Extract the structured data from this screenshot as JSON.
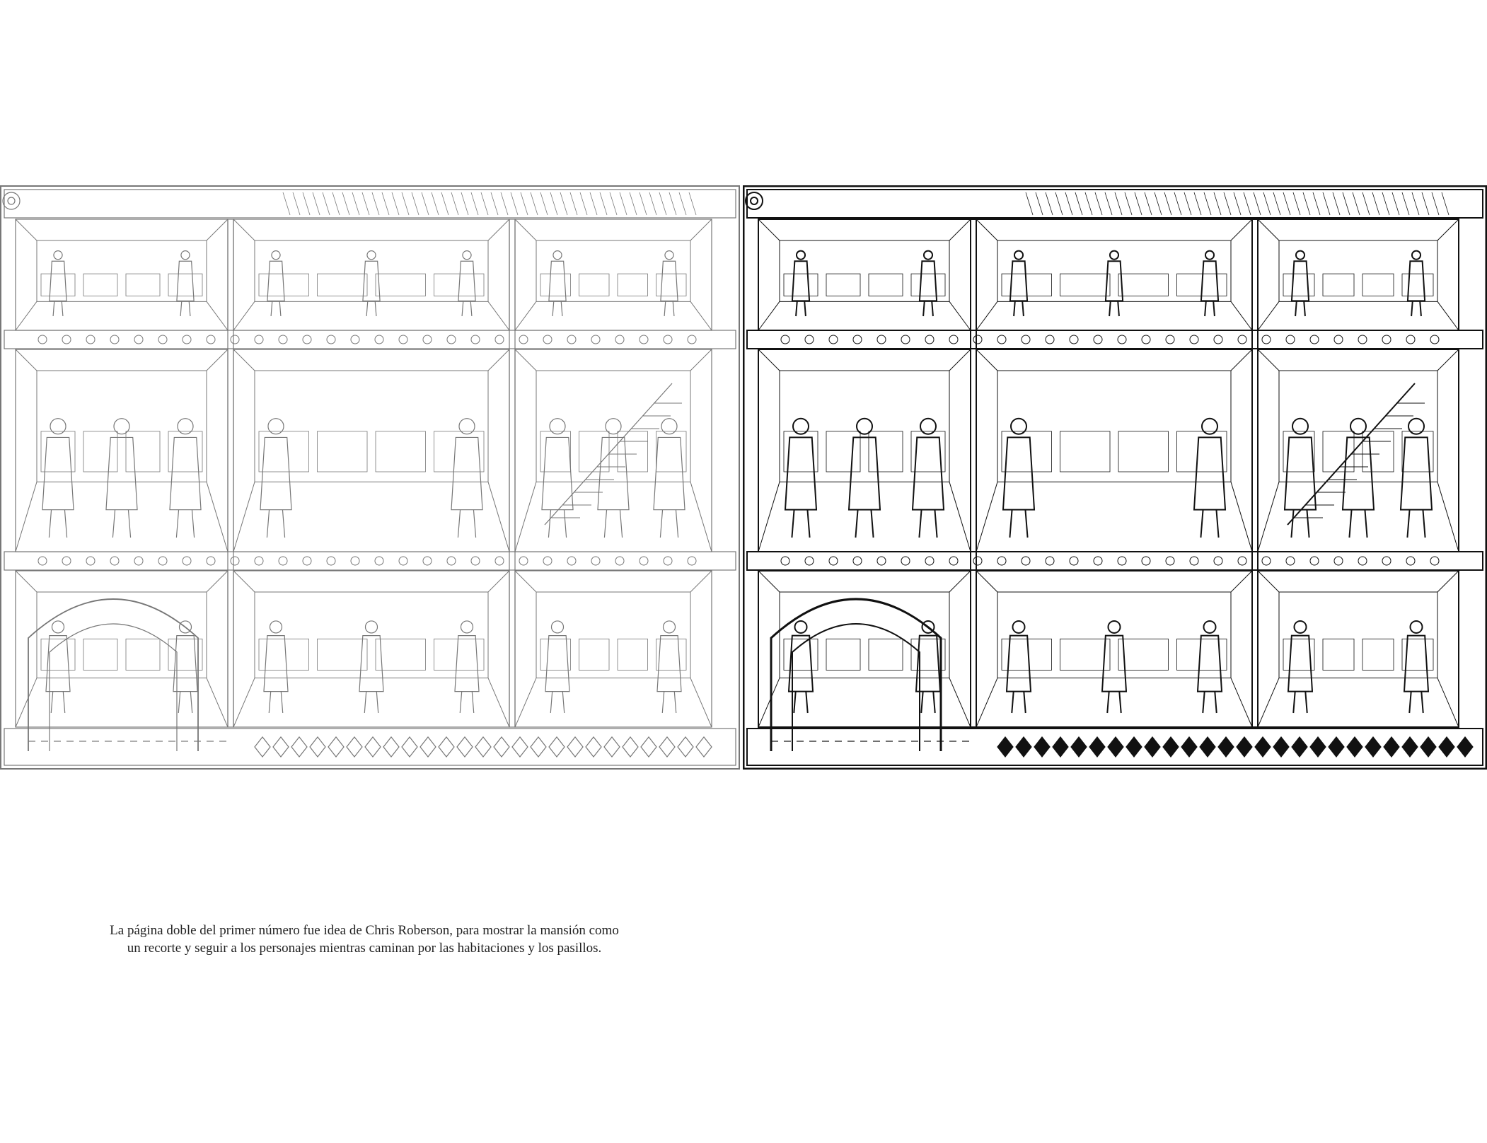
{
  "caption": {
    "line1": "La página doble del primer número fue idea de Chris Roberson, para mostrar la mansión como",
    "line2": "un recorte y seguir a los personajes mientras caminan por las habitaciones y los pasillos."
  },
  "artwork": {
    "left": {
      "style": "pencils"
    },
    "right": {
      "style": "inks"
    }
  }
}
